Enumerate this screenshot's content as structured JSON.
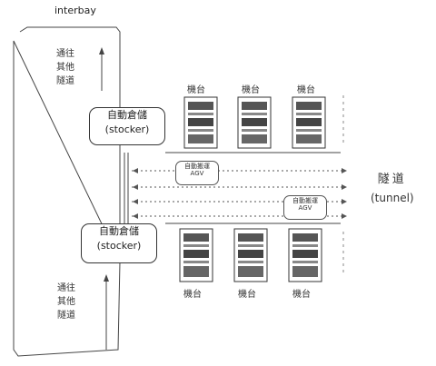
{
  "labels": {
    "interbay": "interbay",
    "left_top_vertical": [
      "通往",
      "其他",
      "隧道"
    ],
    "left_bottom_vertical": [
      "通往",
      "其他",
      "隧道"
    ]
  },
  "stockers": [
    {
      "zh": "自動倉儲",
      "en": "(stocker)"
    },
    {
      "zh": "自動倉儲",
      "en": "(stocker)"
    }
  ],
  "tunnel": {
    "zh": "隧道",
    "en": "(tunnel)"
  },
  "agvs": [
    {
      "top": "自動搬運",
      "bottom": "AGV"
    },
    {
      "top": "自動搬運",
      "bottom": "AGV"
    }
  ],
  "tools_top": [
    "機台",
    "機台",
    "機台"
  ],
  "tools_bottom": [
    "機台",
    "機台",
    "機台"
  ]
}
